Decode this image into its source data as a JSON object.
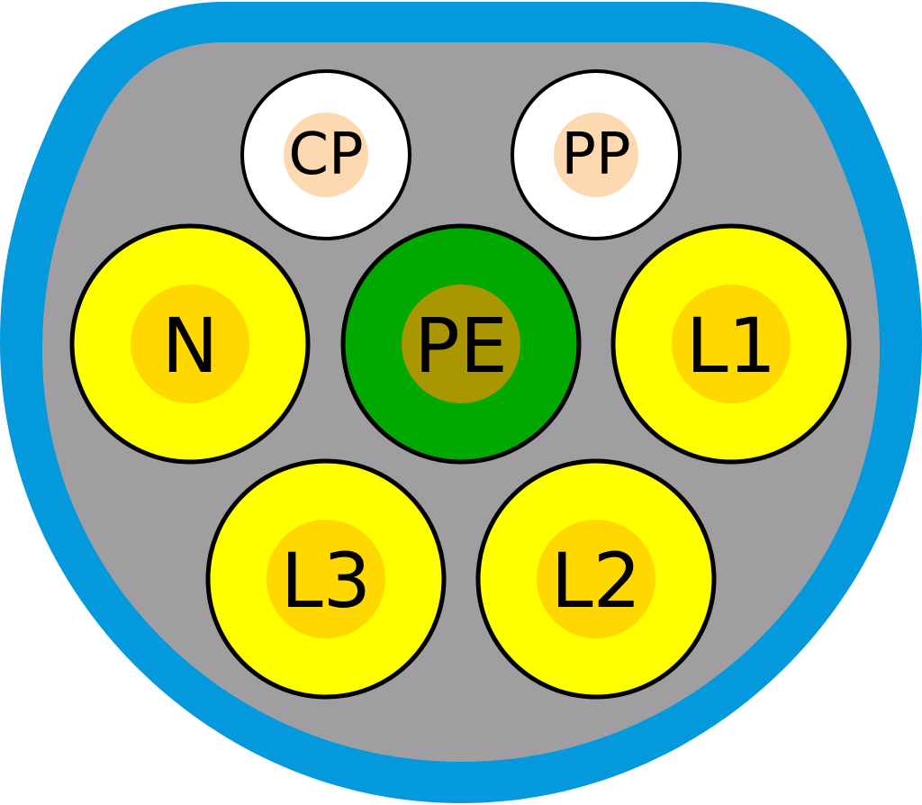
{
  "connector": {
    "colors": {
      "housing_rim": "#0399dc",
      "face": "#a09ea1",
      "outline": "#000000"
    },
    "pins": [
      {
        "id": "cp",
        "label": "CP",
        "outer_color": "#ffffff",
        "inner_color": "#fcd9b0"
      },
      {
        "id": "pp",
        "label": "PP",
        "outer_color": "#ffffff",
        "inner_color": "#fcd9b0"
      },
      {
        "id": "n",
        "label": "N",
        "outer_color": "#ffff00",
        "inner_color": "#ffd800"
      },
      {
        "id": "pe",
        "label": "PE",
        "outer_color": "#00a800",
        "inner_color": "#aa9600"
      },
      {
        "id": "l1",
        "label": "L1",
        "outer_color": "#ffff00",
        "inner_color": "#ffd800"
      },
      {
        "id": "l3",
        "label": "L3",
        "outer_color": "#ffff00",
        "inner_color": "#ffd800"
      },
      {
        "id": "l2",
        "label": "L2",
        "outer_color": "#ffff00",
        "inner_color": "#ffd800"
      }
    ]
  }
}
